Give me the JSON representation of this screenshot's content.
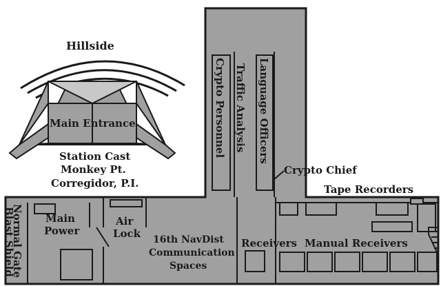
{
  "labels": {
    "hillside": "Hillside",
    "main_entrance": "Main Entrance",
    "station_line1": "Station Cast",
    "station_line2": "Monkey Pt.",
    "station_line3": "Corregidor, P.I.",
    "crypto_personnel": "Crypto Personnel",
    "traffic_analysis": "Traffic Analysis",
    "language_officers": "Language Officers",
    "crypto_chief": "Crypto Chief",
    "tape_recorders": "Tape Recorders",
    "normal_gate": "Normal Gate",
    "blast_shield": "Blast Shield",
    "main_power_line1": "Main",
    "main_power_line2": "Power",
    "air_lock_line1": "Air",
    "air_lock_line2": "Lock",
    "comm_line1": "16th NavDist",
    "comm_line2": "Communication",
    "comm_line3": "Spaces",
    "receivers": "Receivers",
    "manual_receivers": "Manual Receivers"
  },
  "colors": {
    "fill": "#a0a0a0",
    "ink": "#1a1a1a"
  }
}
